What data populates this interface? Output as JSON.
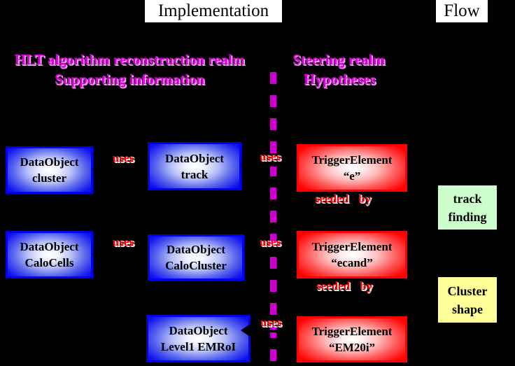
{
  "headers": [
    {
      "label": "Implementation",
      "name": "header-implementation"
    },
    {
      "label": "Flow",
      "name": "header-flow"
    }
  ],
  "realms": {
    "left": {
      "line1": "HLT algorithm reconstruction realm",
      "line2": "Supporting information"
    },
    "right": {
      "line1": "Steering realm",
      "line2": "Hypotheses"
    }
  },
  "nodes": {
    "cluster": {
      "line1": "DataObject",
      "line2": "cluster"
    },
    "track": {
      "line1": "DataObject",
      "line2": "track"
    },
    "te_e": {
      "line1": "TriggerElement",
      "line2": "“e”"
    },
    "calocells": {
      "line1": "DataObject",
      "line2": "CaloCells"
    },
    "calocluster": {
      "line1": "DataObject",
      "line2": "CaloCluster"
    },
    "te_ecand": {
      "line1": "TriggerElement",
      "line2": "“ecand”"
    },
    "level1_emroi": {
      "line1": "DataObject",
      "line2": "Level1 EMRoI"
    },
    "te_em20i": {
      "line1": "TriggerElement",
      "line2": "“EM20i”"
    }
  },
  "flow_boxes": {
    "track_finding": {
      "line1": "track",
      "line2": "finding"
    },
    "cluster_shape": {
      "line1": "Cluster",
      "line2": "shape"
    }
  },
  "relations": {
    "uses": "uses",
    "seeded": "seeded",
    "by": "by"
  },
  "colors": {
    "background": "#000000",
    "realm_text": "#d600d6",
    "divider": "#cc00cc",
    "relation_text": "#ff0000",
    "node_blue": "#0000ee",
    "node_red": "#ff0000",
    "flow_green": "#ccffcc",
    "flow_yellow": "#ffff99",
    "header_plaque": "#ffffff"
  }
}
